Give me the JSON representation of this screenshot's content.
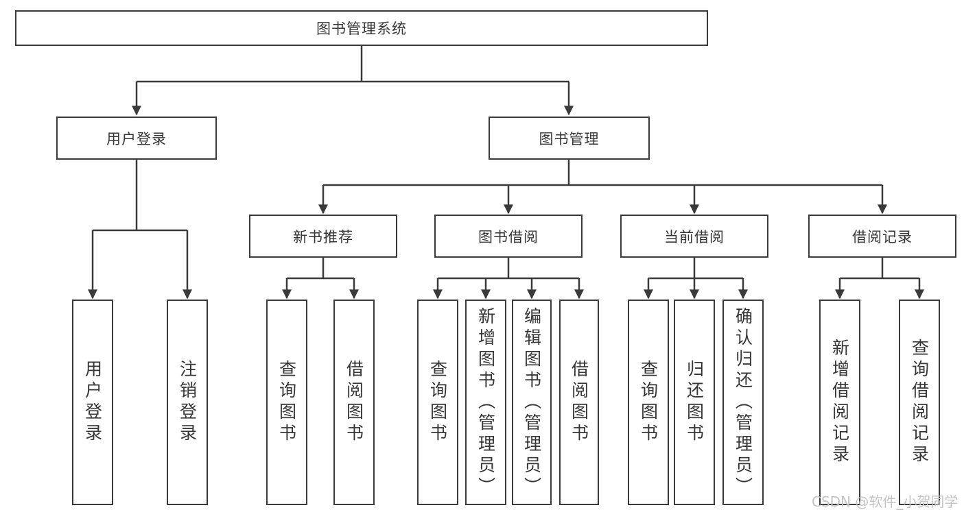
{
  "tree": {
    "root": {
      "label": "图书管理系统"
    },
    "groups": [
      {
        "label": "用户登录",
        "leaves": [
          {
            "label": "用户登录"
          },
          {
            "label": "注销登录"
          }
        ]
      },
      {
        "label": "图书管理",
        "sections": [
          {
            "label": "新书推荐",
            "leaves": [
              {
                "label": "查询图书"
              },
              {
                "label": "借阅图书"
              }
            ]
          },
          {
            "label": "图书借阅",
            "leaves": [
              {
                "label": "查询图书"
              },
              {
                "label": "新增图书（管理员）"
              },
              {
                "label": "编辑图书（管理员）"
              },
              {
                "label": "借阅图书"
              }
            ]
          },
          {
            "label": "当前借阅",
            "leaves": [
              {
                "label": "查询图书"
              },
              {
                "label": "归还图书"
              },
              {
                "label": "确认归还（管理员）"
              }
            ]
          },
          {
            "label": "借阅记录",
            "leaves": [
              {
                "label": "新增借阅记录"
              },
              {
                "label": "查询借阅记录"
              }
            ]
          }
        ]
      }
    ]
  },
  "watermark": {
    "text": "CSDN @软件_小贺同学"
  },
  "colors": {
    "line": "#3a3a3a",
    "text": "#363636",
    "watermark": "#c3c3c3",
    "background": "#ffffff"
  }
}
